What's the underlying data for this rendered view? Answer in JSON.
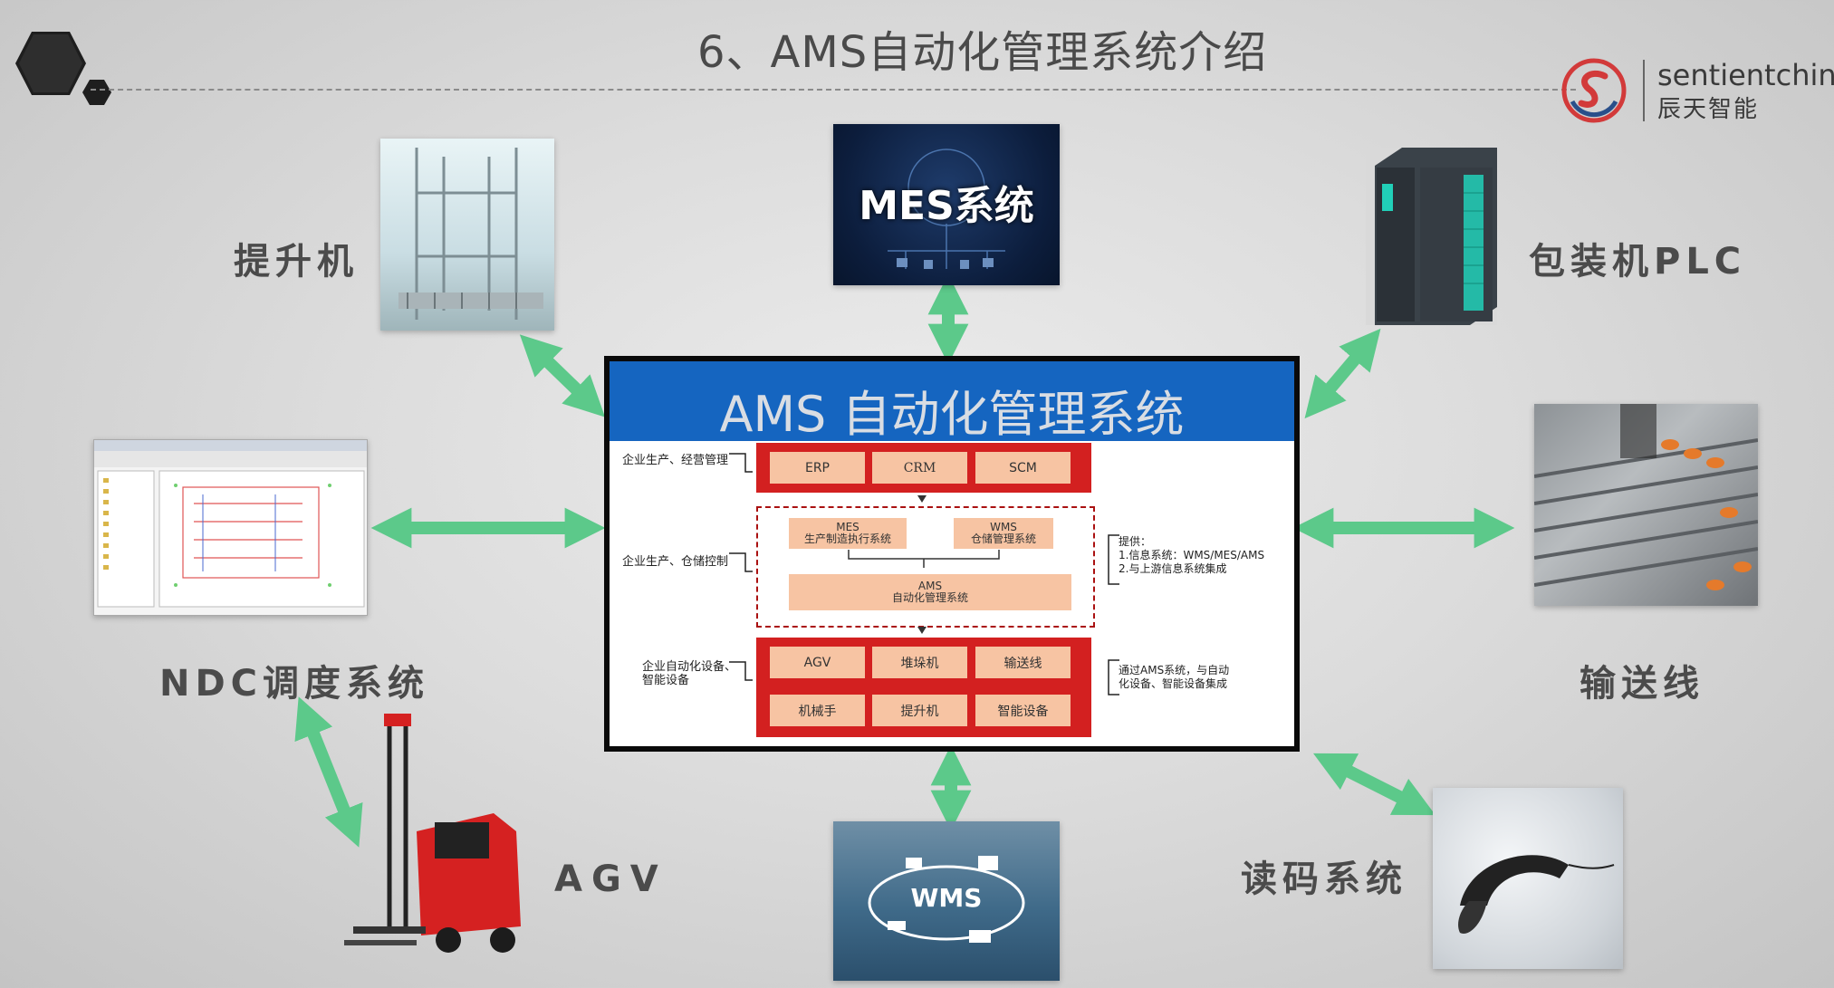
{
  "header": {
    "title": "6、AMS自动化管理系统介绍",
    "logo_text": "sentientchina",
    "logo_sub": "辰天智能"
  },
  "labels": {
    "hoist": "提升机",
    "packer_plc": "包装机PLC",
    "ndc": "NDC调度系统",
    "conveyor": "输送线",
    "agv": "AGV",
    "reader": "读码系统"
  },
  "mes_image_text": "MES系统",
  "wms_image_text": "WMS",
  "central": {
    "title": "AMS 自动化管理系统",
    "row1_label": "企业生产、经营管理",
    "row1_cells": [
      "ERP",
      "CRM",
      "SCM"
    ],
    "row2_label": "企业生产、仓储控制",
    "mes_cell": [
      "MES",
      "生产制造执行系统"
    ],
    "wms_cell": [
      "WMS",
      "仓储管理系统"
    ],
    "ams_cell": [
      "AMS",
      "自动化管理系统"
    ],
    "row2_note": [
      "提供：",
      "1.信息系统：WMS/MES/AMS",
      "2.与上游信息系统集成"
    ],
    "row3_label": [
      "企业自动化设备、",
      "智能设备"
    ],
    "row3_cells": [
      "AGV",
      "堆垛机",
      "输送线",
      "机械手",
      "提升机",
      "智能设备"
    ],
    "row3_note": [
      "通过AMS系统，与自动",
      "化设备、智能设备集成"
    ]
  },
  "colors": {
    "arrow": "#5cc98a",
    "central_header": "#1565c0",
    "red_block": "#d32020",
    "cell": "#f7c4a3"
  }
}
